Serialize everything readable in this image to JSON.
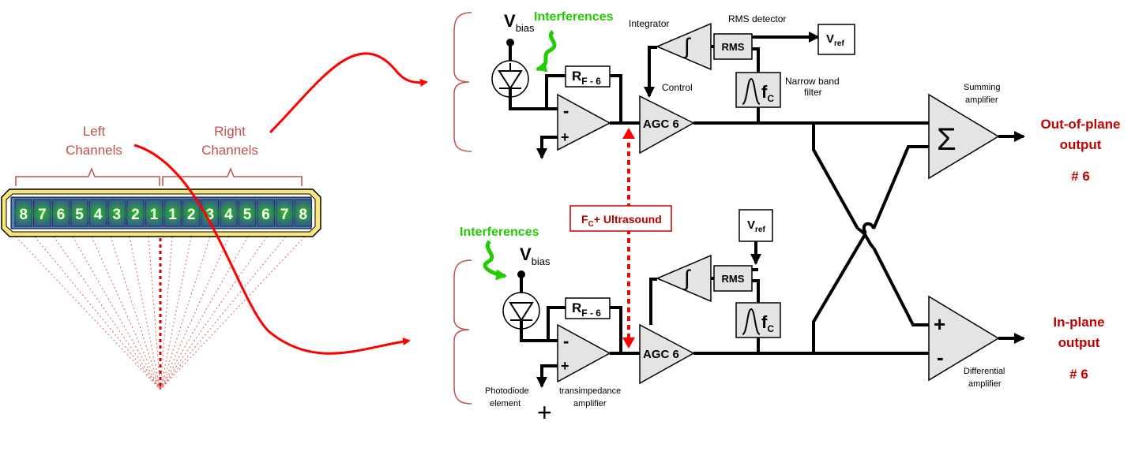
{
  "array": {
    "left_label": [
      "Left",
      "Channels"
    ],
    "right_label": [
      "Right",
      "Channels"
    ],
    "left_numbers": [
      "8",
      "7",
      "6",
      "5",
      "4",
      "3",
      "2",
      "1"
    ],
    "right_numbers": [
      "1",
      "2",
      "3",
      "4",
      "5",
      "6",
      "7",
      "8"
    ]
  },
  "top_channel": {
    "vbias_main": "V",
    "vbias_sub": "bias",
    "interferences": "Interferences",
    "rf_main": "R",
    "rf_sub": "F - 6",
    "opamp_minus": "-",
    "opamp_plus": "+",
    "agc": "AGC 6",
    "integrator_label": "Integrator",
    "integrator_symbol": "∫",
    "rms": "RMS",
    "rms_label": "RMS detector",
    "vref_main": "V",
    "vref_sub": "ref",
    "control_label": "Control",
    "filter_main": "f",
    "filter_sub": "C",
    "filter_label": [
      "Narrow band",
      "filter"
    ]
  },
  "bottom_channel": {
    "vbias_main": "V",
    "vbias_sub": "bias",
    "interferences": "Interferences",
    "rf_main": "R",
    "rf_sub": "F - 6",
    "opamp_minus": "-",
    "opamp_plus": "+",
    "agc": "AGC 6",
    "integrator_symbol": "∫",
    "rms": "RMS",
    "vref_main": "V",
    "vref_sub": "ref",
    "filter_main": "f",
    "filter_sub": "C",
    "photodiode_label": [
      "Photodiode",
      "element"
    ],
    "tia_label": [
      "transimpedance",
      "amplifier"
    ]
  },
  "center_label": {
    "main": "F",
    "sub": "C",
    "rest": "+ Ultrasound"
  },
  "outputs": {
    "summing_label": [
      "Summing",
      "amplifier"
    ],
    "sigma": "Σ",
    "out_of_plane": [
      "Out-of-plane",
      "output"
    ],
    "out_of_plane_num": "# 6",
    "diff_plus": "+",
    "diff_minus": "-",
    "differential_label": [
      "Differential",
      "amplifier"
    ],
    "in_plane": [
      "In-plane",
      "output"
    ],
    "in_plane_num": "# 6",
    "plus_marker": "+"
  },
  "colors": {
    "red": "#c00000",
    "green": "#22cc00",
    "brown": "#c0504d",
    "array_blue": "#4f81bd",
    "array_gold": "#f7e67b"
  }
}
